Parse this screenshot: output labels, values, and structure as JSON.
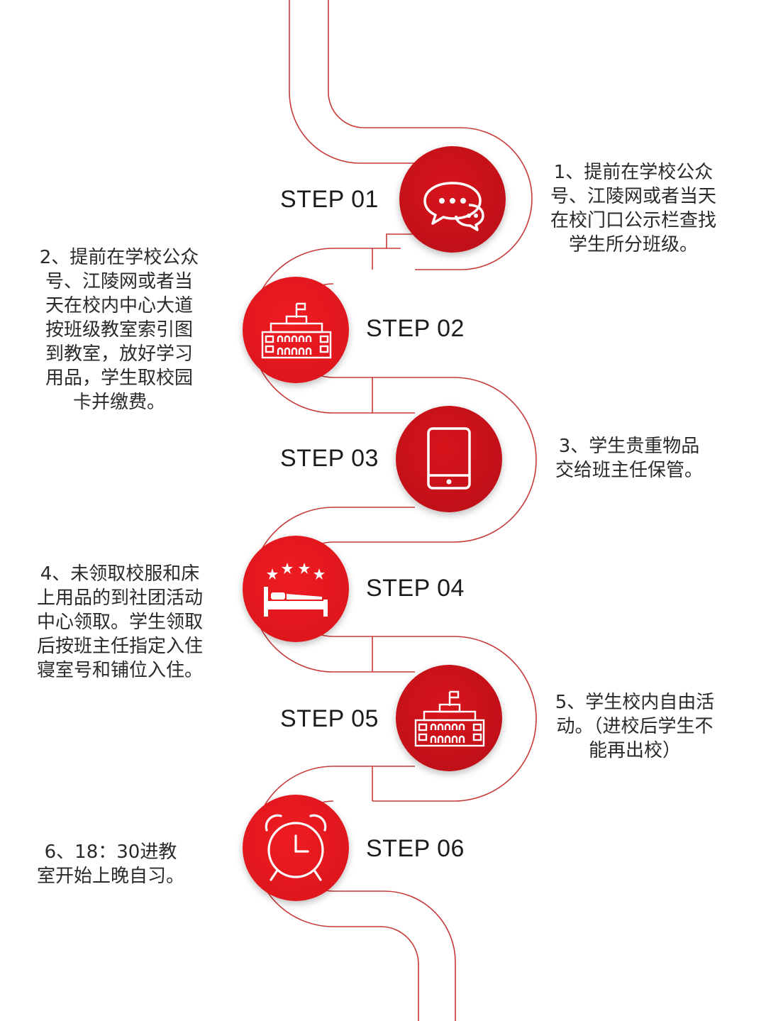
{
  "colors": {
    "road": "#c73a38",
    "circle_dark": "#c4121a",
    "circle_bright": "#e3171e"
  },
  "steps": [
    {
      "label": "STEP 01",
      "icon": "chat-bubbles-icon",
      "lines": [
        "1、提前在学校公众",
        "号、江陵网或者当天",
        "在校门口公示栏查找",
        "学生所分班级。"
      ]
    },
    {
      "label": "STEP 02",
      "icon": "school-building-icon",
      "lines": [
        "2、提前在学校公众",
        "号、江陵网或者当",
        "天在校内中心大道",
        "按班级教室索引图",
        "到教室，放好学习",
        "用品，学生取校园",
        "卡并缴费。"
      ]
    },
    {
      "label": "STEP 03",
      "icon": "tablet-icon",
      "lines": [
        "3、学生贵重物品",
        "交给班主任保管。"
      ]
    },
    {
      "label": "STEP 04",
      "icon": "hotel-bed-icon",
      "lines": [
        "4、未领取校服和床",
        "上用品的到社团活动",
        "中心领取。学生领取",
        "后按班主任指定入住",
        "寝室号和铺位入住。"
      ]
    },
    {
      "label": "STEP 05",
      "icon": "school-building-icon",
      "lines": [
        "5、学生校内自由活",
        "动。（进校后学生不",
        "能再出校）"
      ]
    },
    {
      "label": "STEP 06",
      "icon": "alarm-clock-icon",
      "lines": [
        "6、18：30进教",
        "室开始上晚自习。"
      ]
    }
  ]
}
